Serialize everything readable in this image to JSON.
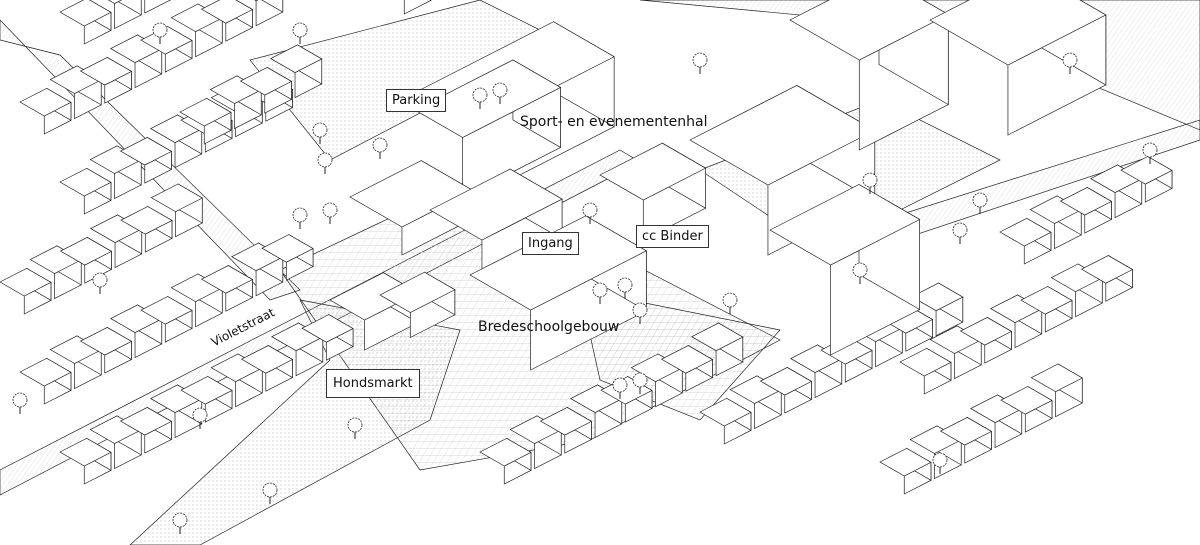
{
  "drawing": {
    "labels": {
      "parking": "Parking",
      "sporthal": "Sport- en evenementenhal",
      "ingang": "Ingang",
      "cc_binder": "cc Binder",
      "bredeschool": "Bredeschoolgebouw",
      "hondsmarkt": "Hondsmarkt",
      "violetstraat": "Violetstraat"
    },
    "colors": {
      "line": "#222222",
      "hatch": "#bdbdbd",
      "fill": "#ffffff"
    }
  }
}
